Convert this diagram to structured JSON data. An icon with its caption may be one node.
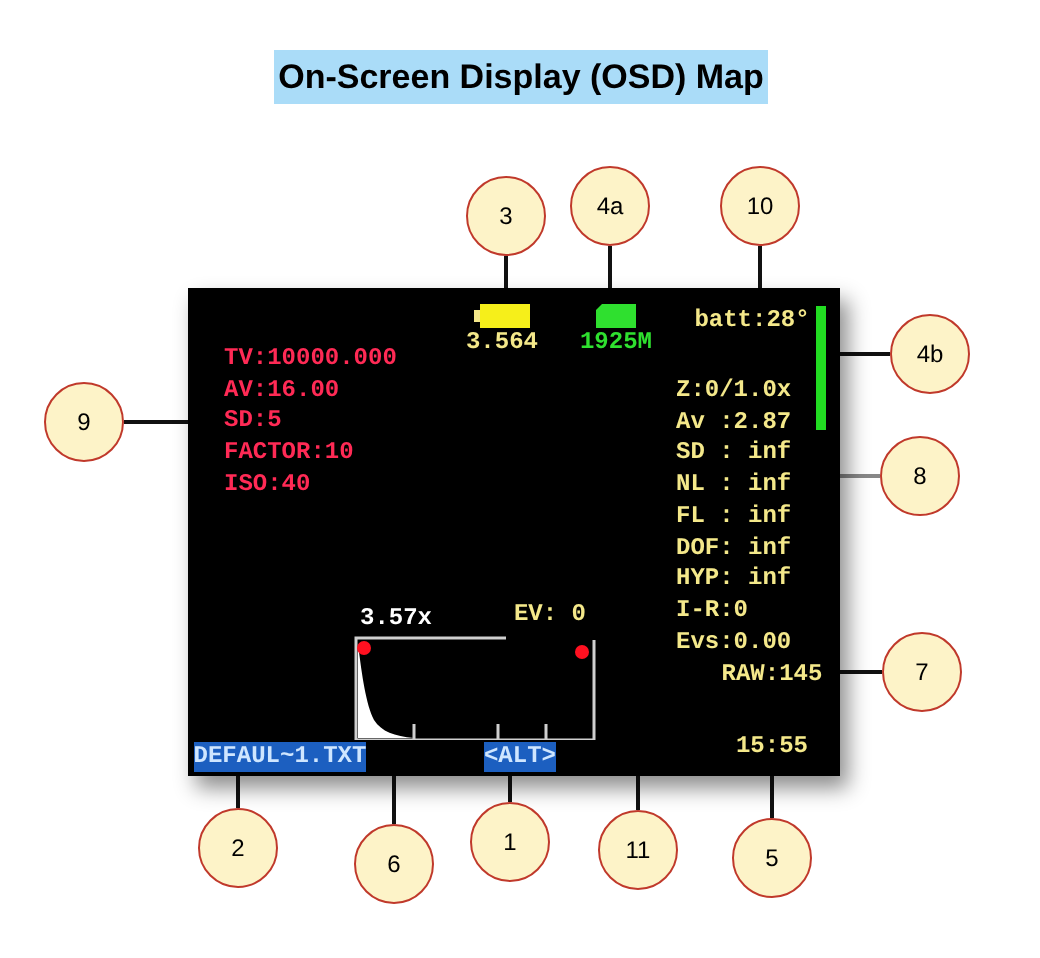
{
  "diagram": {
    "title": "On-Screen Display (OSD) Map",
    "nodes": [
      {
        "text": [],
        "shape": "box"
      },
      {
        "text": [
          "3"
        ]
      },
      {
        "text": [
          "4a"
        ]
      },
      {
        "text": [
          "10"
        ]
      },
      {
        "text": [
          "4b"
        ]
      },
      {
        "text": [
          "9"
        ]
      },
      {
        "text": [
          "8"
        ]
      },
      {
        "text": [
          "7"
        ]
      },
      {
        "text": [
          "2"
        ]
      },
      {
        "text": [
          "6"
        ]
      },
      {
        "text": [
          "1"
        ]
      },
      {
        "text": [
          "11"
        ]
      },
      {
        "text": [
          "5"
        ]
      },
      {
        "text": [
          "3.564"
        ],
        "in": 0
      },
      {
        "text": [
          "1925M"
        ],
        "in": 0
      },
      {
        "text": [
          "batt:28°"
        ],
        "in": 0
      },
      {
        "text": [],
        "shape": "bar",
        "in": 0
      },
      {
        "text": [
          "TV:10000.000",
          "AV:16.00",
          "SD:5",
          "FACTOR:10",
          "ISO:40"
        ],
        "in": 0
      },
      {
        "text": [
          "Z:0/1.0x",
          "Av :2.87",
          "SD : inf",
          "NL : inf",
          "FL : inf",
          "DOF: inf",
          "HYP: inf",
          "I-R:0",
          "Evs:0.00"
        ],
        "in": 0
      },
      {
        "text": [
          "RAW:145"
        ],
        "in": 0
      },
      {
        "text": [
          "DEFAUL~1.TXT"
        ],
        "in": 0
      },
      {
        "text": [],
        "shape": "picture",
        "in": 0,
        "beside": [
          "3.57x"
        ]
      },
      {
        "text": [
          "<ALT>"
        ],
        "in": 0
      },
      {
        "text": [
          "EV: 0"
        ],
        "in": 0
      },
      {
        "text": [
          "15:55"
        ],
        "in": 0
      }
    ],
    "edges": [
      {
        "from": 1,
        "to": 13,
        "arrow": "none"
      },
      {
        "from": 2,
        "to": 14,
        "arrow": "none"
      },
      {
        "from": 3,
        "to": 15,
        "arrow": "none"
      },
      {
        "from": 4,
        "to": 16,
        "arrow": "none"
      },
      {
        "from": 5,
        "to": 17,
        "arrow": "none"
      },
      {
        "from": 6,
        "to": 18,
        "arrow": "none",
        "color": "#888888"
      },
      {
        "from": 7,
        "to": 19,
        "arrow": "none"
      },
      {
        "from": 8,
        "to": 20,
        "arrow": "none"
      },
      {
        "from": 9,
        "to": 21,
        "arrow": "none"
      },
      {
        "from": 10,
        "to": 22,
        "arrow": "none"
      },
      {
        "from": 11,
        "to": 23,
        "arrow": "none"
      },
      {
        "from": 12,
        "to": 24,
        "arrow": "none"
      }
    ],
    "labels": []
  }
}
